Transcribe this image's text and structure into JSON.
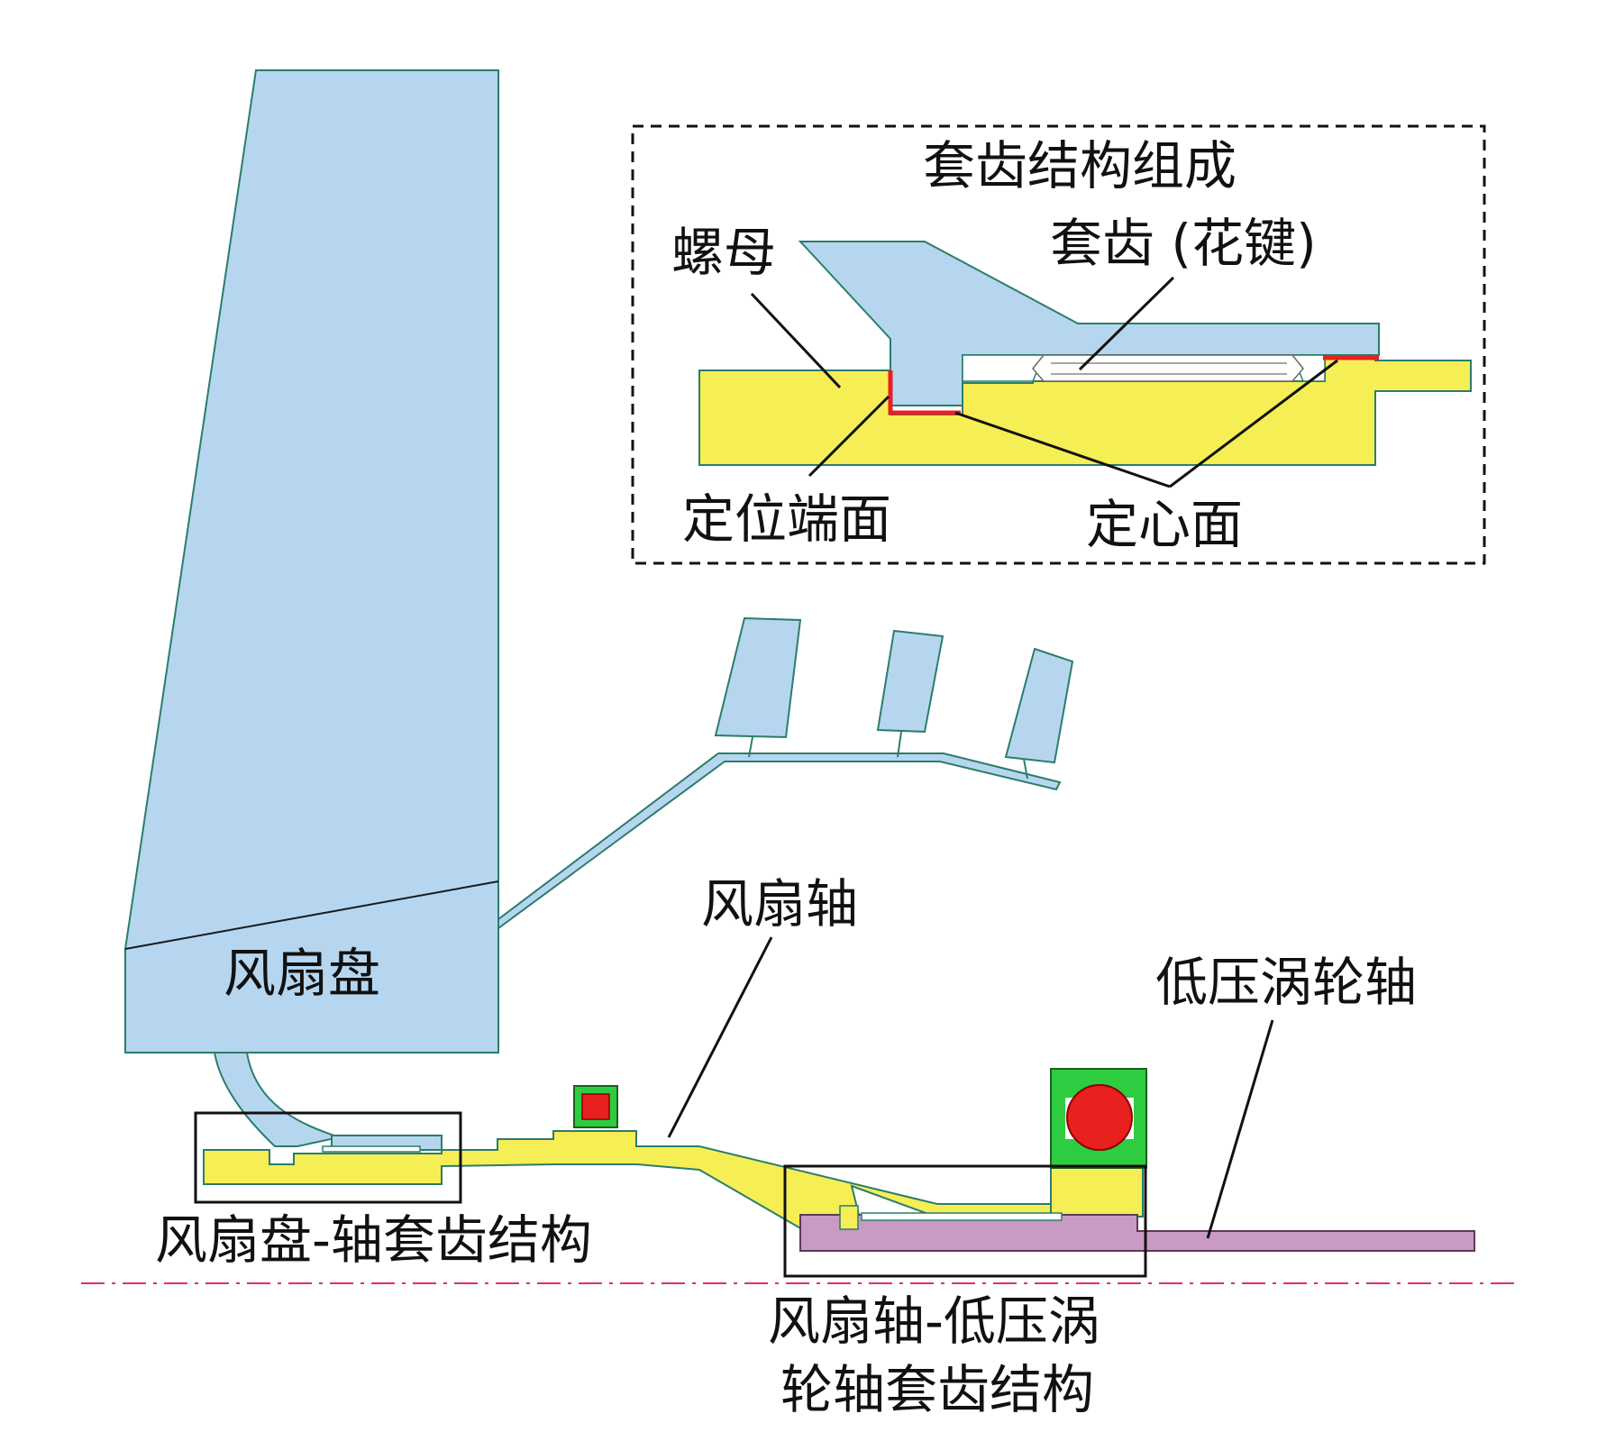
{
  "labels": {
    "inset_title": "套齿结构组成",
    "nut": "螺母",
    "spline": "套齿 (花键)",
    "locating_face": "定位端面",
    "centering_face": "定心面",
    "fan_disk": "风扇盘",
    "fan_shaft": "风扇轴",
    "lp_turbine_shaft": "低压涡轮轴",
    "disk_shaft_spline": "风扇盘-轴套齿结构",
    "shaft_turbine_spline_line1": "风扇轴-低压涡",
    "shaft_turbine_spline_line2": "轮轴套齿结构"
  },
  "colors": {
    "blue_part": "#b6d6f0",
    "yellow_part": "#f6ee55",
    "purple_part": "#c99ac3",
    "green_part": "#2ecc40",
    "red_part": "#e8201e",
    "outline": "#2a7d6b",
    "centerline": "#e0306a"
  }
}
